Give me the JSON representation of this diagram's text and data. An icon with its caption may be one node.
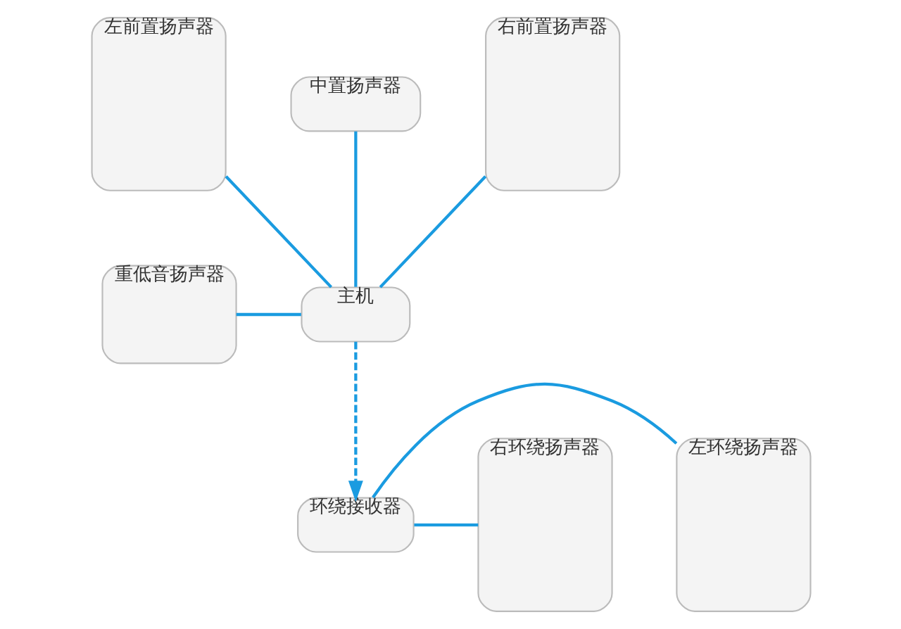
{
  "diagram": {
    "nodes": [
      {
        "text": [
          "左前置扬声器"
        ]
      },
      {
        "text": [
          "中置扬声器"
        ]
      },
      {
        "text": [
          "右前置扬声器"
        ]
      },
      {
        "text": [
          "重低音扬声器"
        ]
      },
      {
        "text": [
          "主机"
        ]
      },
      {
        "text": [
          "左环绕扬声器"
        ]
      },
      {
        "text": [
          "环绕接收器"
        ]
      },
      {
        "text": [
          "右环绕扬声器"
        ]
      }
    ],
    "edges": [
      {
        "from": 0,
        "to": 4,
        "arrow": "none"
      },
      {
        "from": 1,
        "to": 4,
        "arrow": "none"
      },
      {
        "from": 2,
        "to": 4,
        "arrow": "none"
      },
      {
        "from": 3,
        "to": 4,
        "arrow": "none"
      },
      {
        "from": 4,
        "to": 6,
        "arrow": "to",
        "style": "dashed"
      },
      {
        "from": 6,
        "to": 5,
        "arrow": "none"
      },
      {
        "from": 6,
        "to": 7,
        "arrow": "none"
      }
    ]
  }
}
